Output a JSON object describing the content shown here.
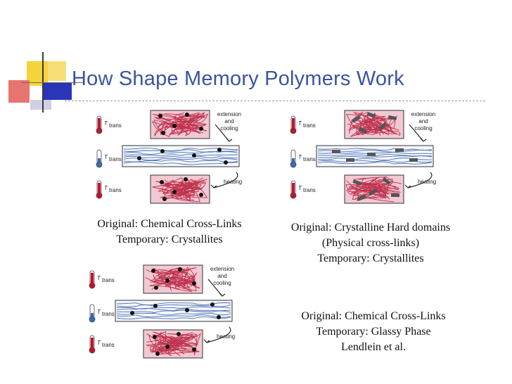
{
  "slide": {
    "title": "How Shape Memory Polymers Work"
  },
  "diagram_labels": {
    "temp_symbol": "T",
    "temp_subscript": "trans",
    "step1_line1": "extension",
    "step1_line2": "and",
    "step1_line3": "cooling",
    "step2": "heating"
  },
  "captions": {
    "top_left": {
      "line1": "Original: Chemical Cross-Links",
      "line2": "Temporary: Crystallites"
    },
    "top_right": {
      "line1": "Original: Crystalline Hard domains",
      "line2": "(Physical cross-links)",
      "line3": "Temporary: Crystallites"
    },
    "bottom_right": {
      "line1": "Original: Chemical Cross-Links",
      "line2": "Temporary: Glassy Phase",
      "line3": "Lendlein et al."
    }
  },
  "colors": {
    "title": "#3b54a0",
    "deco_yellow": "#f5d33c",
    "deco_blue": "#2b35b8",
    "deco_red": "#e8746f",
    "polymer_red": "#c0334f",
    "polymer_blue": "#4a6fb5",
    "box_fill": "#f1c9d3",
    "thermo_red": "#c8102e",
    "thermo_blue": "#3a6db5"
  }
}
